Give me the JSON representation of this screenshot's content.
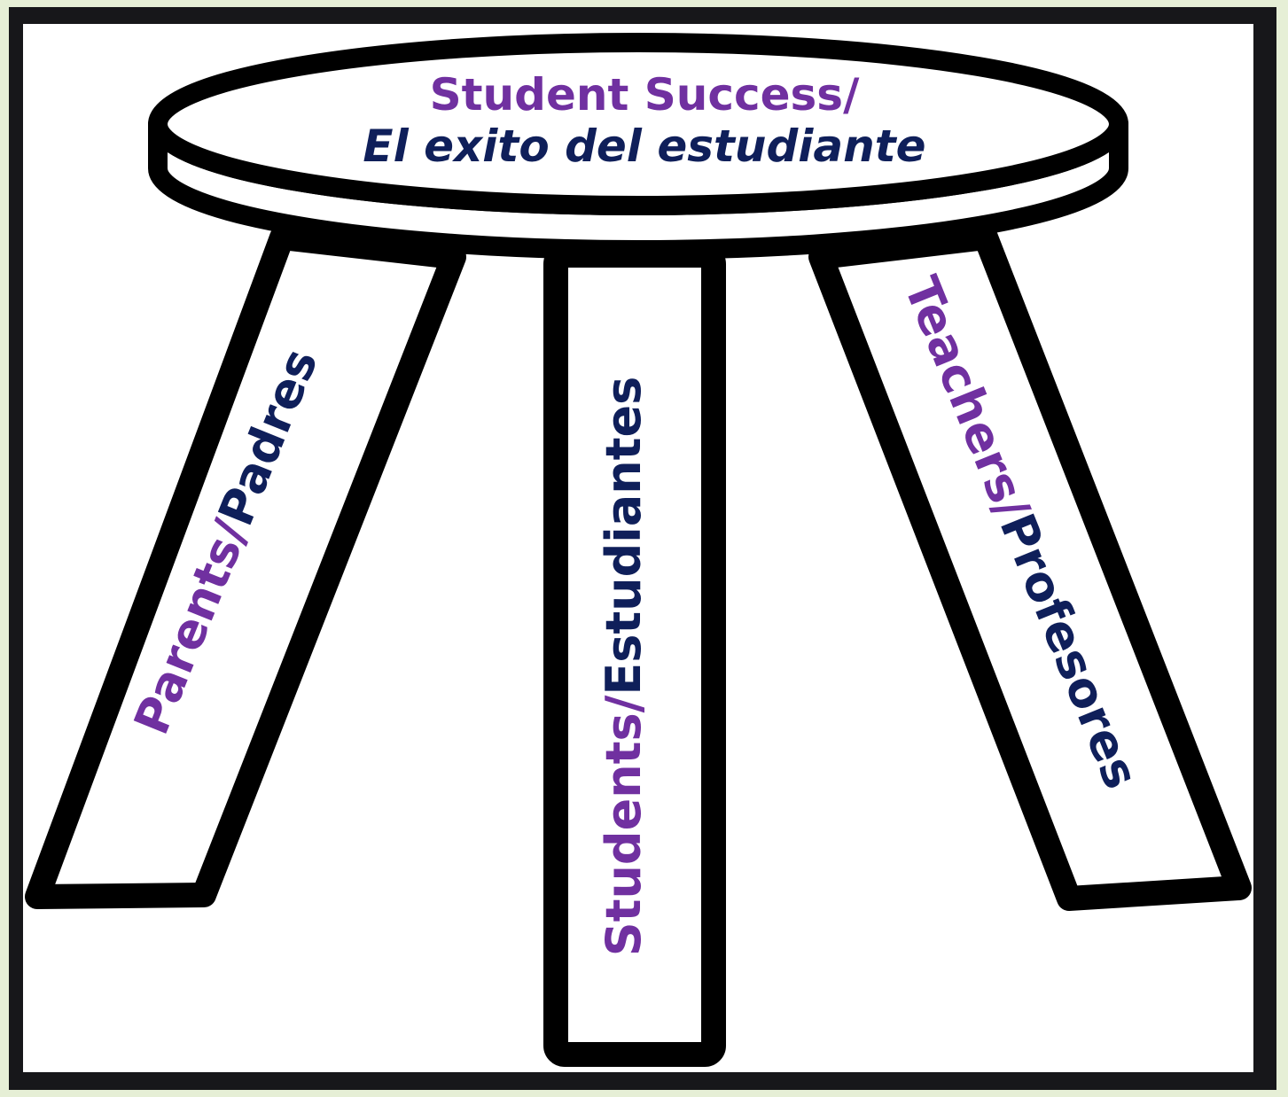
{
  "diagram": {
    "seat": {
      "line1": "Student Success/",
      "line2": "El exito del estudiante"
    },
    "legs": {
      "left": {
        "purple": "Parents/",
        "navy": "Padres"
      },
      "center": {
        "purple": "Students/",
        "navy": "Estudiantes"
      },
      "right": {
        "purple": "Teachers/",
        "navy": "Profesores"
      }
    }
  },
  "colors": {
    "purple": "#7030a0",
    "navy": "#0f1f5a",
    "outline": "#000000",
    "frame": "#17171a"
  }
}
